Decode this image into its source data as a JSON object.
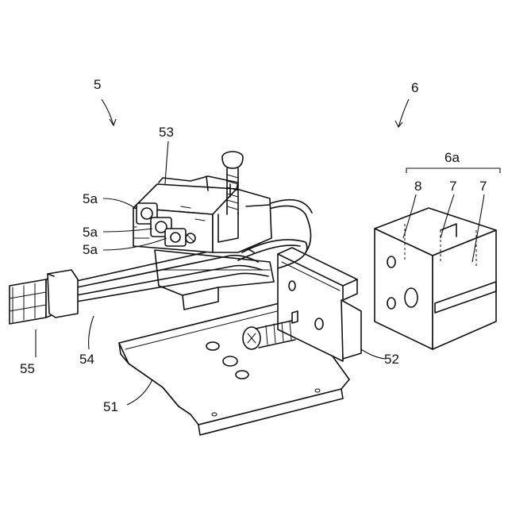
{
  "figure": {
    "labels": {
      "assembly_5": "5",
      "assembly_6": "6",
      "part_53": "53",
      "part_5a_top": "5a",
      "part_5a_mid": "5a",
      "part_5a_bottom": "5a",
      "part_6a": "6a",
      "part_8": "8",
      "part_7_left": "7",
      "part_7_right": "7",
      "part_55": "55",
      "part_54": "54",
      "part_51": "51",
      "part_52": "52"
    }
  }
}
